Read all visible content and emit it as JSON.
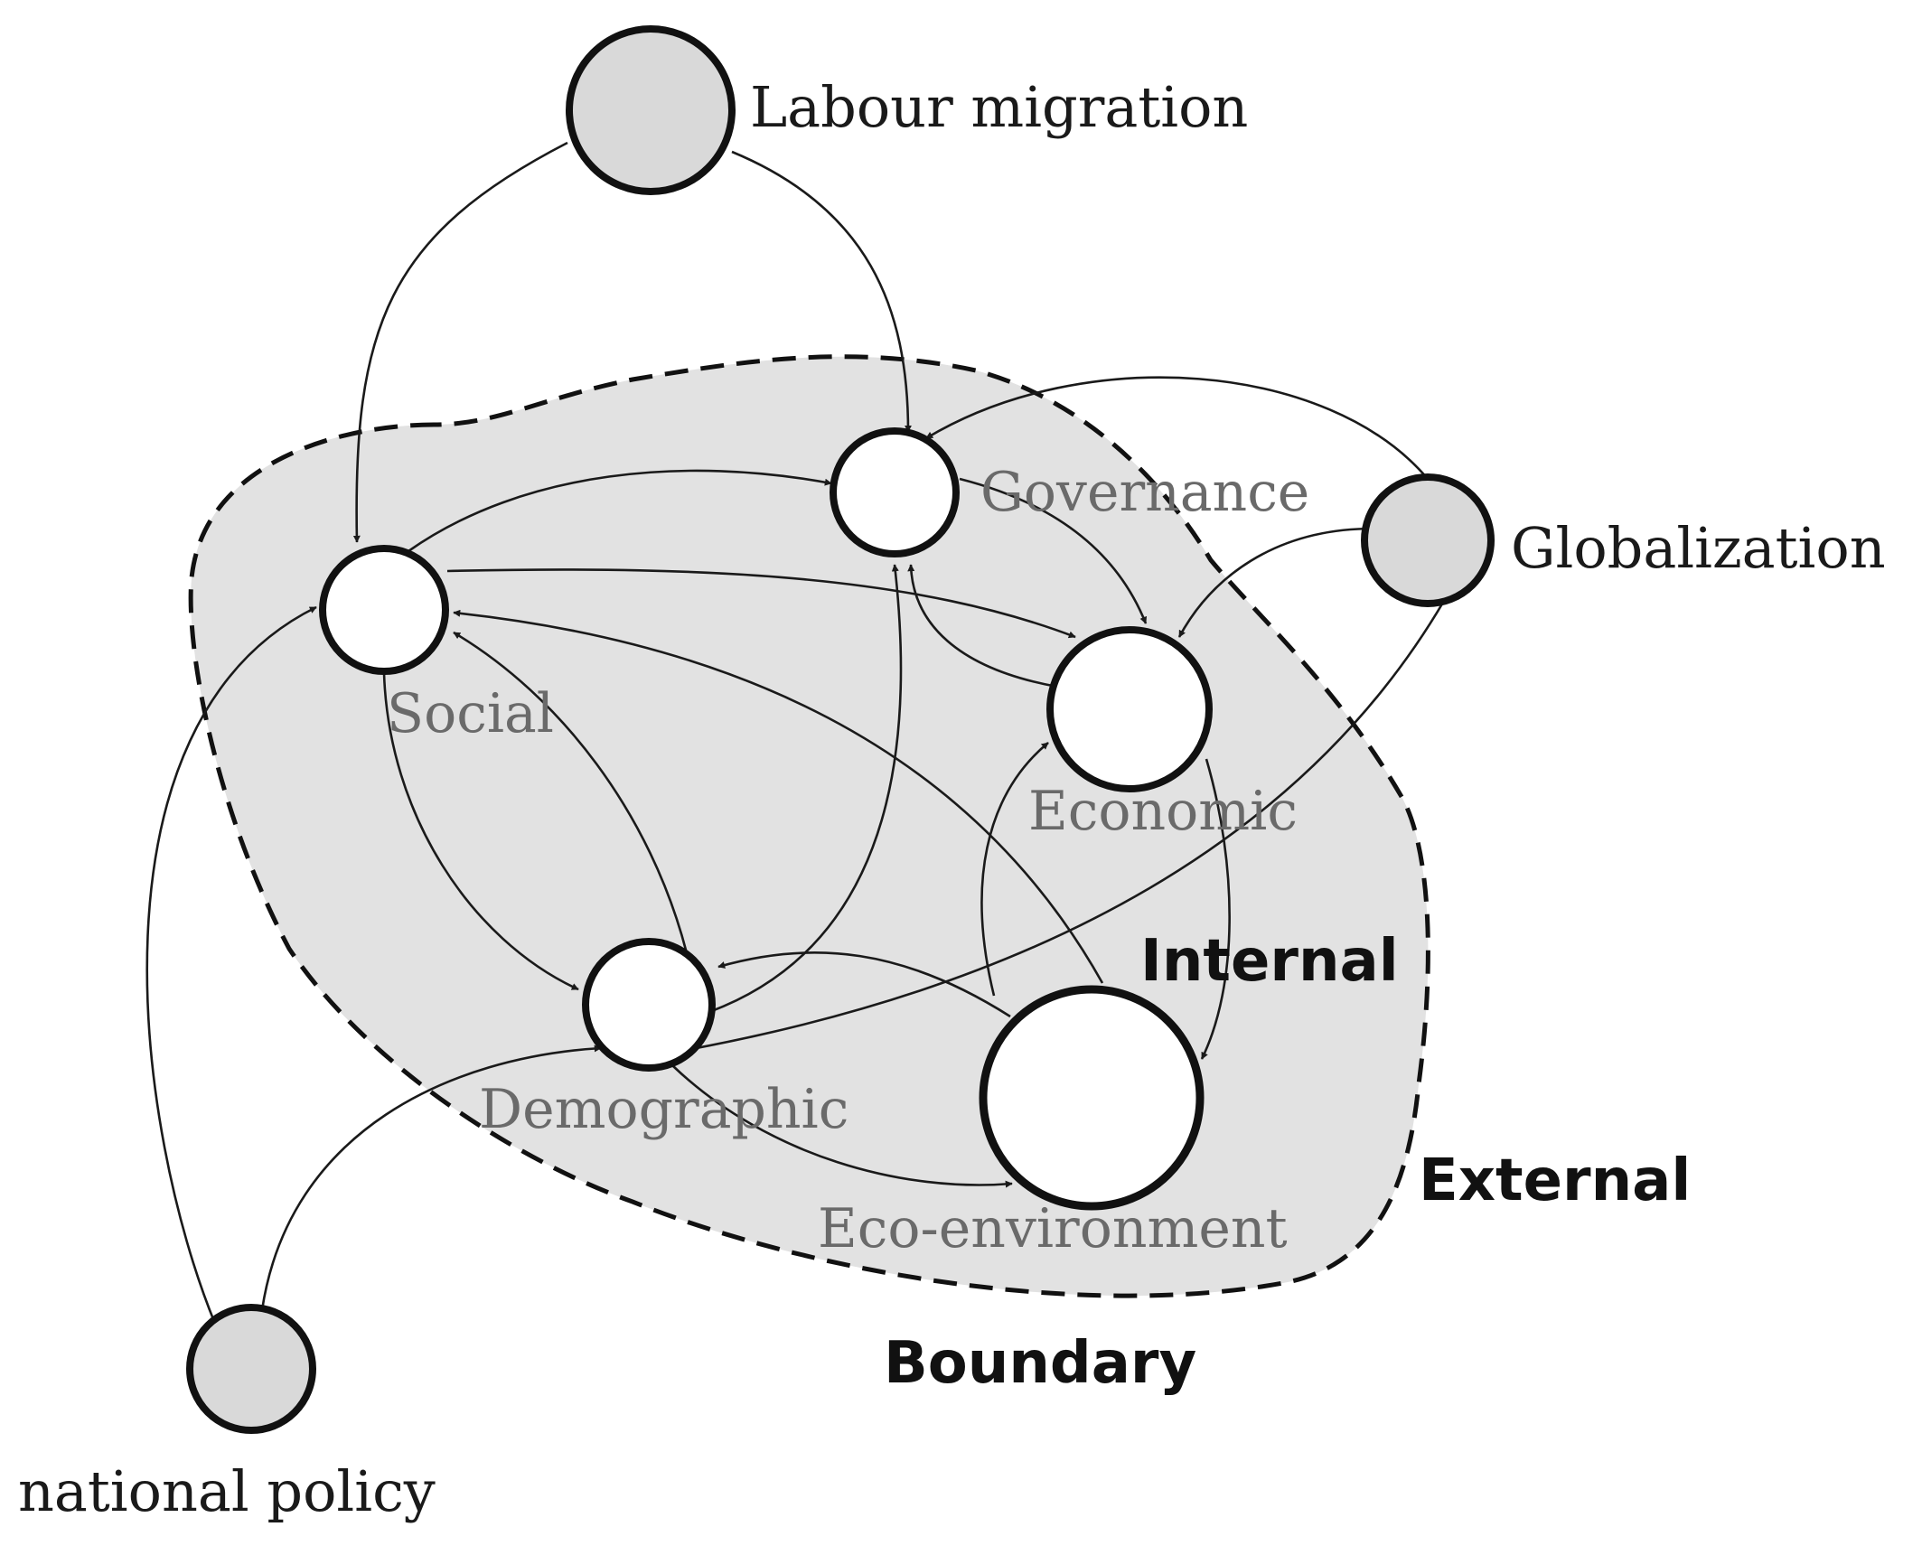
{
  "colors": {
    "stroke": "#111111",
    "region_fill": "#e2e2e2",
    "external_node_fill": "#d9d9d9",
    "internal_node_fill": "#ffffff",
    "internal_label": "#6a6a6a"
  },
  "nodes": {
    "labour_migration": {
      "label": "Labour migration",
      "kind": "external"
    },
    "globalization": {
      "label": "Globalization",
      "kind": "external"
    },
    "national_policy": {
      "label": "national policy",
      "kind": "external"
    },
    "governance": {
      "label": "Governance",
      "kind": "internal"
    },
    "social": {
      "label": "Social",
      "kind": "internal"
    },
    "economic": {
      "label": "Economic",
      "kind": "internal"
    },
    "demographic": {
      "label": "Demographic",
      "kind": "internal"
    },
    "eco_environment": {
      "label": "Eco-environment",
      "kind": "internal"
    }
  },
  "regions": {
    "internal": "Internal",
    "external": "External",
    "boundary": "Boundary"
  },
  "edges": [
    {
      "from": "labour_migration",
      "to": "social"
    },
    {
      "from": "labour_migration",
      "to": "governance"
    },
    {
      "from": "globalization",
      "to": "governance"
    },
    {
      "from": "globalization",
      "to": "economic"
    },
    {
      "from": "globalization",
      "to": "demographic"
    },
    {
      "from": "national_policy",
      "to": "social"
    },
    {
      "from": "national_policy",
      "to": "demographic"
    },
    {
      "from": "social",
      "to": "governance"
    },
    {
      "from": "social",
      "to": "economic"
    },
    {
      "from": "social",
      "to": "demographic"
    },
    {
      "from": "demographic",
      "to": "social"
    },
    {
      "from": "demographic",
      "to": "governance"
    },
    {
      "from": "governance",
      "to": "economic"
    },
    {
      "from": "economic",
      "to": "governance"
    },
    {
      "from": "economic",
      "to": "eco_environment"
    },
    {
      "from": "eco_environment",
      "to": "social"
    },
    {
      "from": "eco_environment",
      "to": "economic"
    },
    {
      "from": "eco_environment",
      "to": "demographic"
    },
    {
      "from": "demographic",
      "to": "eco_environment"
    }
  ]
}
